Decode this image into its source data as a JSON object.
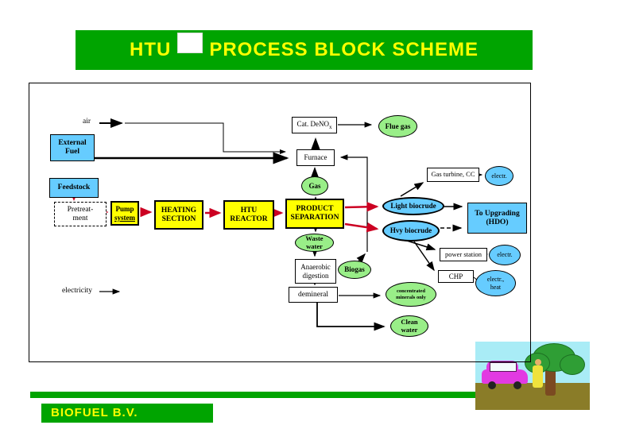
{
  "title": {
    "part1": "HTU",
    "part2": "PROCESS BLOCK SCHEME"
  },
  "colors": {
    "title_green": "#00a400",
    "process_yellow": "#ffff00",
    "stream_blue": "#66ccff",
    "utility_green": "#99ee88",
    "flow_arrow_red": "#cc0022"
  },
  "inputs": {
    "air": "air",
    "electricity": "electricity"
  },
  "nodes": {
    "external_fuel": {
      "line1": "External",
      "line2": "Fuel"
    },
    "feedstock": {
      "label": "Feedstock"
    },
    "pretreatment": {
      "line1": "Pretreat-",
      "line2": "ment"
    },
    "pump": {
      "line1": "Pump",
      "line2": "system"
    },
    "heating": {
      "line1": "HEATING",
      "line2": "SECTION"
    },
    "htu_reactor": {
      "line1": "HTU",
      "line2": "REACTOR"
    },
    "product_separation": {
      "line1": "PRODUCT",
      "line2": "SEPARATION"
    },
    "cat_denox": {
      "text": "Cat. DeNO",
      "sub": "x"
    },
    "furnace": {
      "label": "Furnace"
    },
    "gas_turbine": {
      "label": "Gas turbine, CC"
    },
    "to_upgrading": {
      "line1": "To Upgrading",
      "line2": "(HDO)"
    },
    "power_station": {
      "label": "power station"
    },
    "chp": {
      "label": "CHP"
    },
    "anaerobic": {
      "line1": "Anaerobic",
      "line2": "digestion"
    },
    "demineral": {
      "label": "demineral"
    }
  },
  "ellipses": {
    "flue_gas": {
      "label": "Flue gas"
    },
    "gas": {
      "label": "Gas"
    },
    "electr_turbine": {
      "label": "electr."
    },
    "light_biocrude": {
      "label": "Light biocrude"
    },
    "hvy_biocrude": {
      "label": "Hvy biocrude"
    },
    "waste_water": {
      "line1": "Waste",
      "line2": "water"
    },
    "biogas": {
      "label": "Biogas"
    },
    "electr_power": {
      "label": "electr."
    },
    "electr_heat": {
      "line1": "electr.,",
      "line2": "heat"
    },
    "conc_minerals": {
      "line1": "concentrated",
      "line2": "minerals only"
    },
    "clean_water": {
      "line1": "Clean",
      "line2": "water"
    }
  },
  "footer": {
    "company": "BIOFUEL B.V."
  }
}
